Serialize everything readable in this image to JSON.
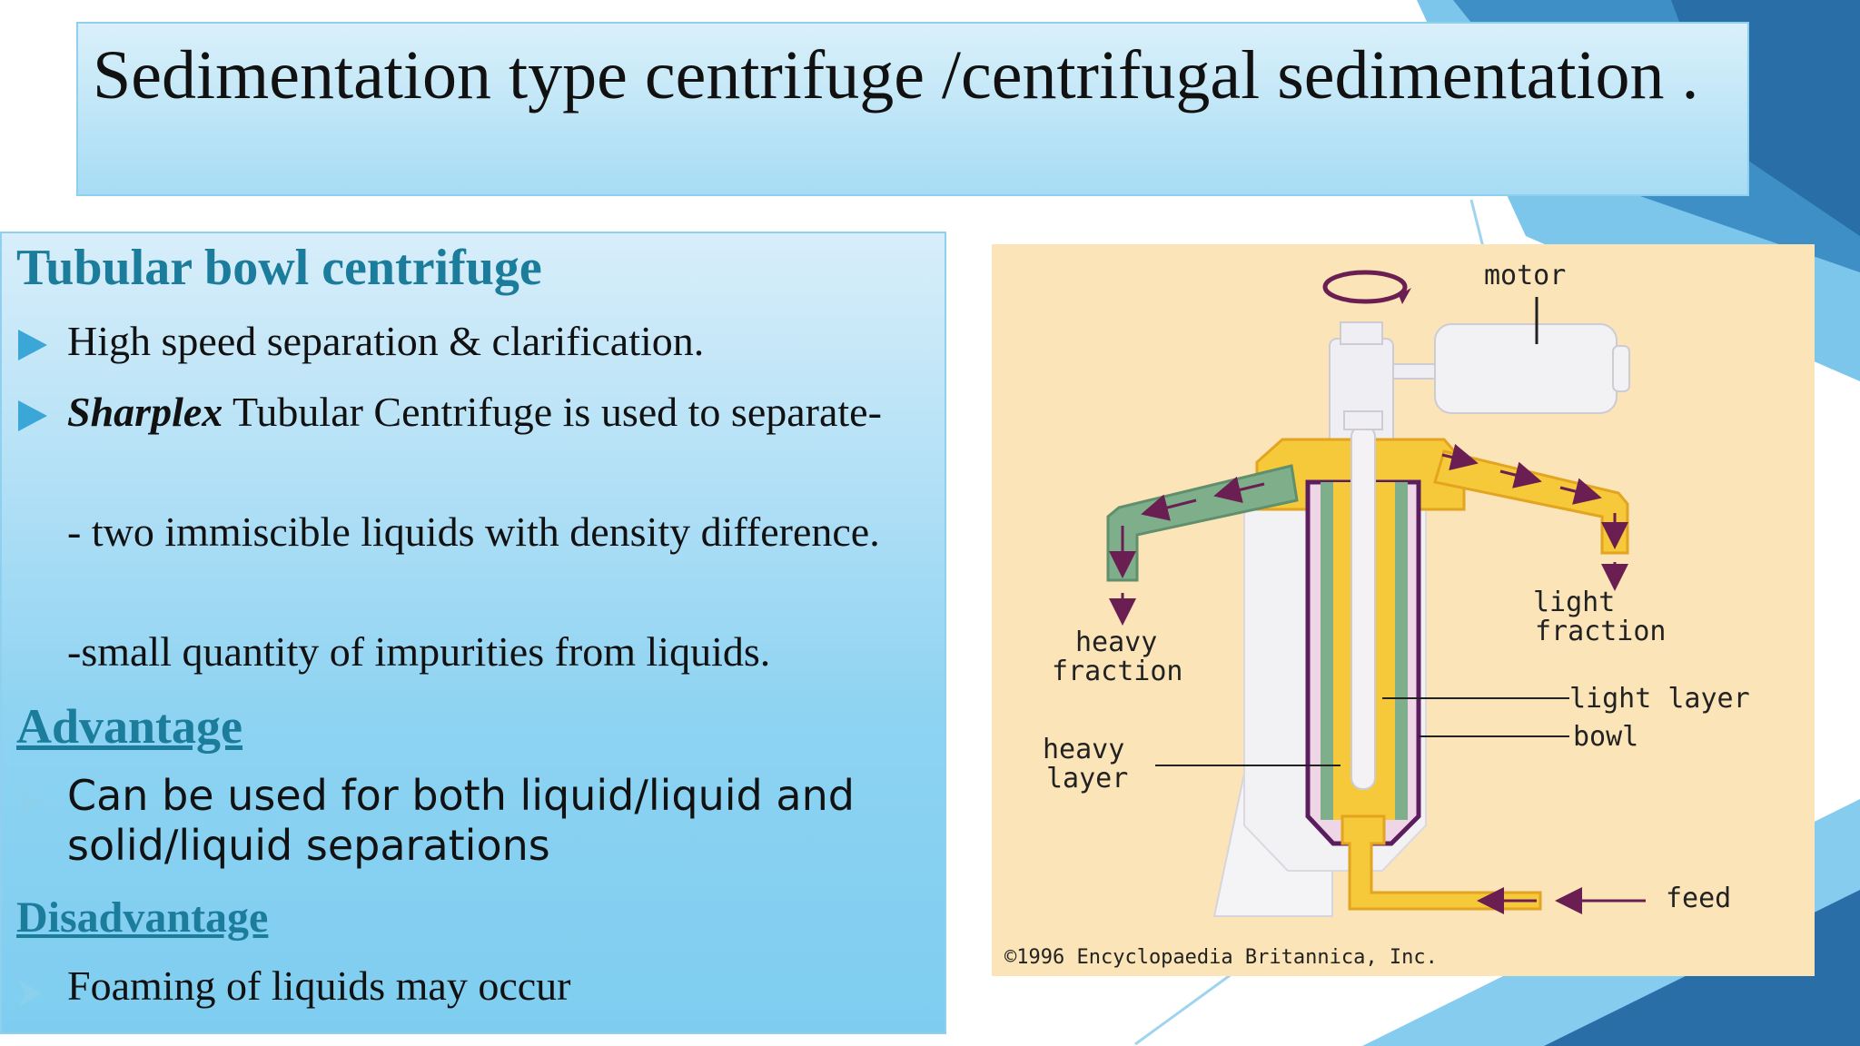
{
  "title": "Sedimentation type centrifuge /centrifugal  sedimentation .",
  "content": {
    "heading": "Tubular bowl centrifuge",
    "bullets": {
      "b1": "High speed separation & clarification.",
      "b2_em": "Sharplex",
      "b2_rest": "Tubular Centrifuge is used to separate-",
      "b3": "- two immiscible liquids with density difference.",
      "b4": "-small quantity of impurities from liquids."
    },
    "advantage": {
      "heading": "Advantage",
      "item": "Can be used for both liquid/liquid and solid/liquid separations"
    },
    "disadvantage": {
      "heading": "Disadvantage",
      "item": "Foaming of liquids may occur"
    }
  },
  "figure": {
    "labels": {
      "motor": "motor",
      "light_fraction_1": "light",
      "light_fraction_2": "fraction",
      "heavy_fraction_1": "heavy",
      "heavy_fraction_2": "fraction",
      "light_layer": "light layer",
      "bowl": "bowl",
      "heavy_layer_1": "heavy",
      "heavy_layer_2": "layer",
      "feed": "feed"
    },
    "copyright": "©1996 Encyclopaedia Britannica, Inc."
  },
  "colors": {
    "heading": "#1b7c9c",
    "accent_blue": "#2a7ab0",
    "figure_bg": "#fbe5b8",
    "light_liquid": "#f6c93a",
    "heavy_liquid": "#7fae8a",
    "bowl_outline": "#5a1e5e"
  },
  "icons": [
    "triangle-bullet-icon",
    "arrow-bullet-icon",
    "rotation-arrow-icon",
    "flow-arrow-icon"
  ]
}
